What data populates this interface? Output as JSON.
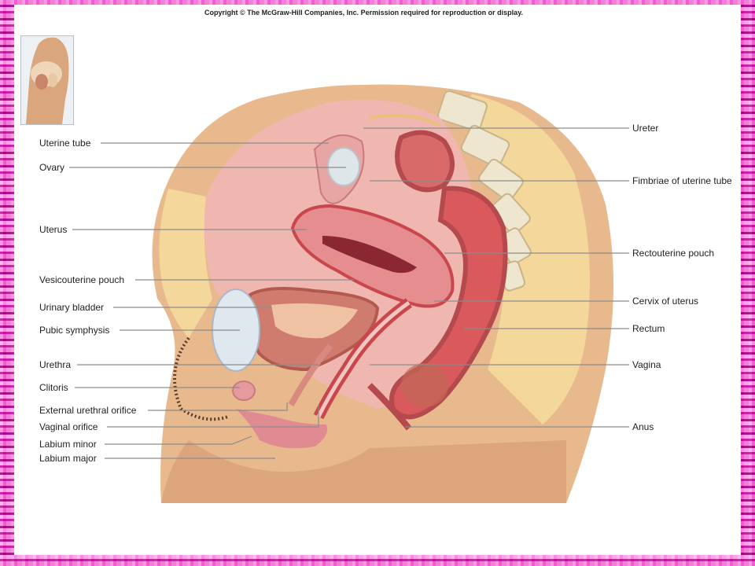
{
  "copyright": "Copyright © The McGraw-Hill Companies, Inc. Permission required for reproduction or display.",
  "labels_left": [
    {
      "id": "uterine-tube",
      "text": "Uterine tube"
    },
    {
      "id": "ovary",
      "text": "Ovary"
    },
    {
      "id": "uterus",
      "text": "Uterus"
    },
    {
      "id": "vesicouterine-pouch",
      "text": "Vesicouterine pouch"
    },
    {
      "id": "urinary-bladder",
      "text": "Urinary bladder"
    },
    {
      "id": "pubic-symphysis",
      "text": "Pubic symphysis"
    },
    {
      "id": "urethra",
      "text": "Urethra"
    },
    {
      "id": "clitoris",
      "text": "Clitoris"
    },
    {
      "id": "external-urethral-orifice",
      "text": "External urethral orifice"
    },
    {
      "id": "vaginal-orifice",
      "text": "Vaginal orifice"
    },
    {
      "id": "labium-minor",
      "text": "Labium minor"
    },
    {
      "id": "labium-major",
      "text": "Labium major"
    }
  ],
  "labels_right": [
    {
      "id": "ureter",
      "text": "Ureter"
    },
    {
      "id": "fimbriae",
      "text": "Fimbriae of uterine tube"
    },
    {
      "id": "rectouterine-pouch",
      "text": "Rectouterine pouch"
    },
    {
      "id": "cervix",
      "text": "Cervix of uterus"
    },
    {
      "id": "rectum",
      "text": "Rectum"
    },
    {
      "id": "vagina",
      "text": "Vagina"
    },
    {
      "id": "anus",
      "text": "Anus"
    }
  ],
  "colors": {
    "skin": "#e9b98e",
    "fat": "#f4d79a",
    "tissue_pink": "#e59a9e",
    "uterus_red": "#c8464c",
    "bone": "#efe6cf",
    "leader_line": "#8c8c8c"
  }
}
